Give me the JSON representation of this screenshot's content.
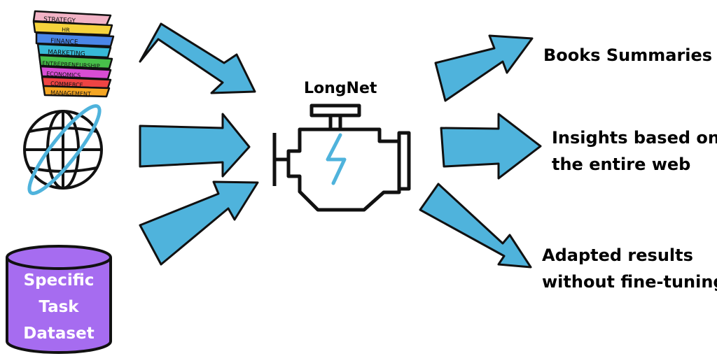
{
  "engine": {
    "label": "LongNet"
  },
  "inputs": {
    "books": {
      "spines": [
        "STRATEGY",
        "HR",
        "FINANCE",
        "MARKETING",
        "ENTREPRENEURSHIP",
        "ECONOMICS",
        "COMMERCE",
        "MANAGEMENT"
      ]
    },
    "dataset": {
      "lines": [
        "Specific",
        "Task",
        "Dataset"
      ]
    }
  },
  "outputs": [
    {
      "lines": [
        "Books Summaries"
      ]
    },
    {
      "lines": [
        "Insights based on",
        "the entire web"
      ]
    },
    {
      "lines": [
        "Adapted results",
        "without fine-tuning"
      ]
    }
  ],
  "colors": {
    "arrow_fill": "#4fb3dc",
    "dataset_fill": "#a66cf0",
    "bolt": "#4fb3dc",
    "orbit": "#4fb3dc",
    "book_colors": [
      "#f2b3c6",
      "#f6d33c",
      "#4a86e8",
      "#37b9d7",
      "#48c04a",
      "#d84dd4",
      "#ee4444",
      "#f5a623"
    ]
  }
}
